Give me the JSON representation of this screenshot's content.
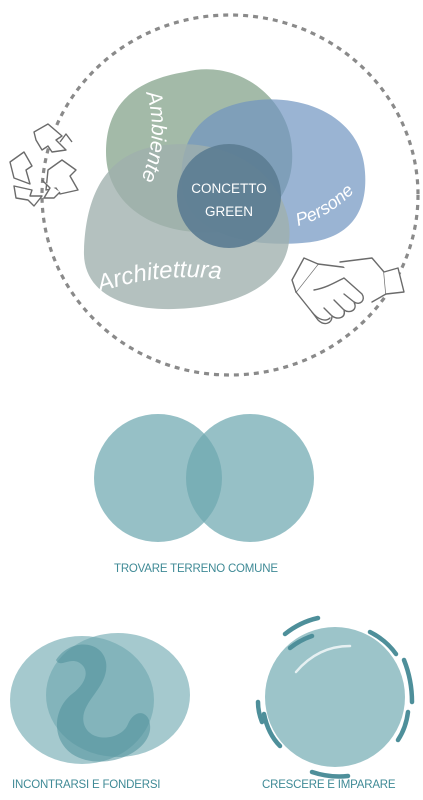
{
  "colors": {
    "ring": "#8a8a8a",
    "ambiente": "#7f9f86",
    "persone": "#6f94c0",
    "architettura": "#9fb0ad",
    "center": "#5c7d92",
    "teal": "#6da8b0",
    "teal_dark": "#4e8f9a",
    "caption": "#3f8a96",
    "icon_stroke": "#6b6b6b"
  },
  "main_diagram": {
    "labels": {
      "ambiente": "Ambiente",
      "persone": "Persone",
      "architettura": "Architettura",
      "center_line1": "CONCETTO",
      "center_line2": "GREEN"
    },
    "icons": [
      "recycle-icon",
      "handshake-icon"
    ]
  },
  "captions": {
    "common_ground": "TROVARE TERRENO COMUNE",
    "merge": "INCONTRARSI E FONDERSI",
    "grow": "CRESCERE E IMPARARE"
  }
}
